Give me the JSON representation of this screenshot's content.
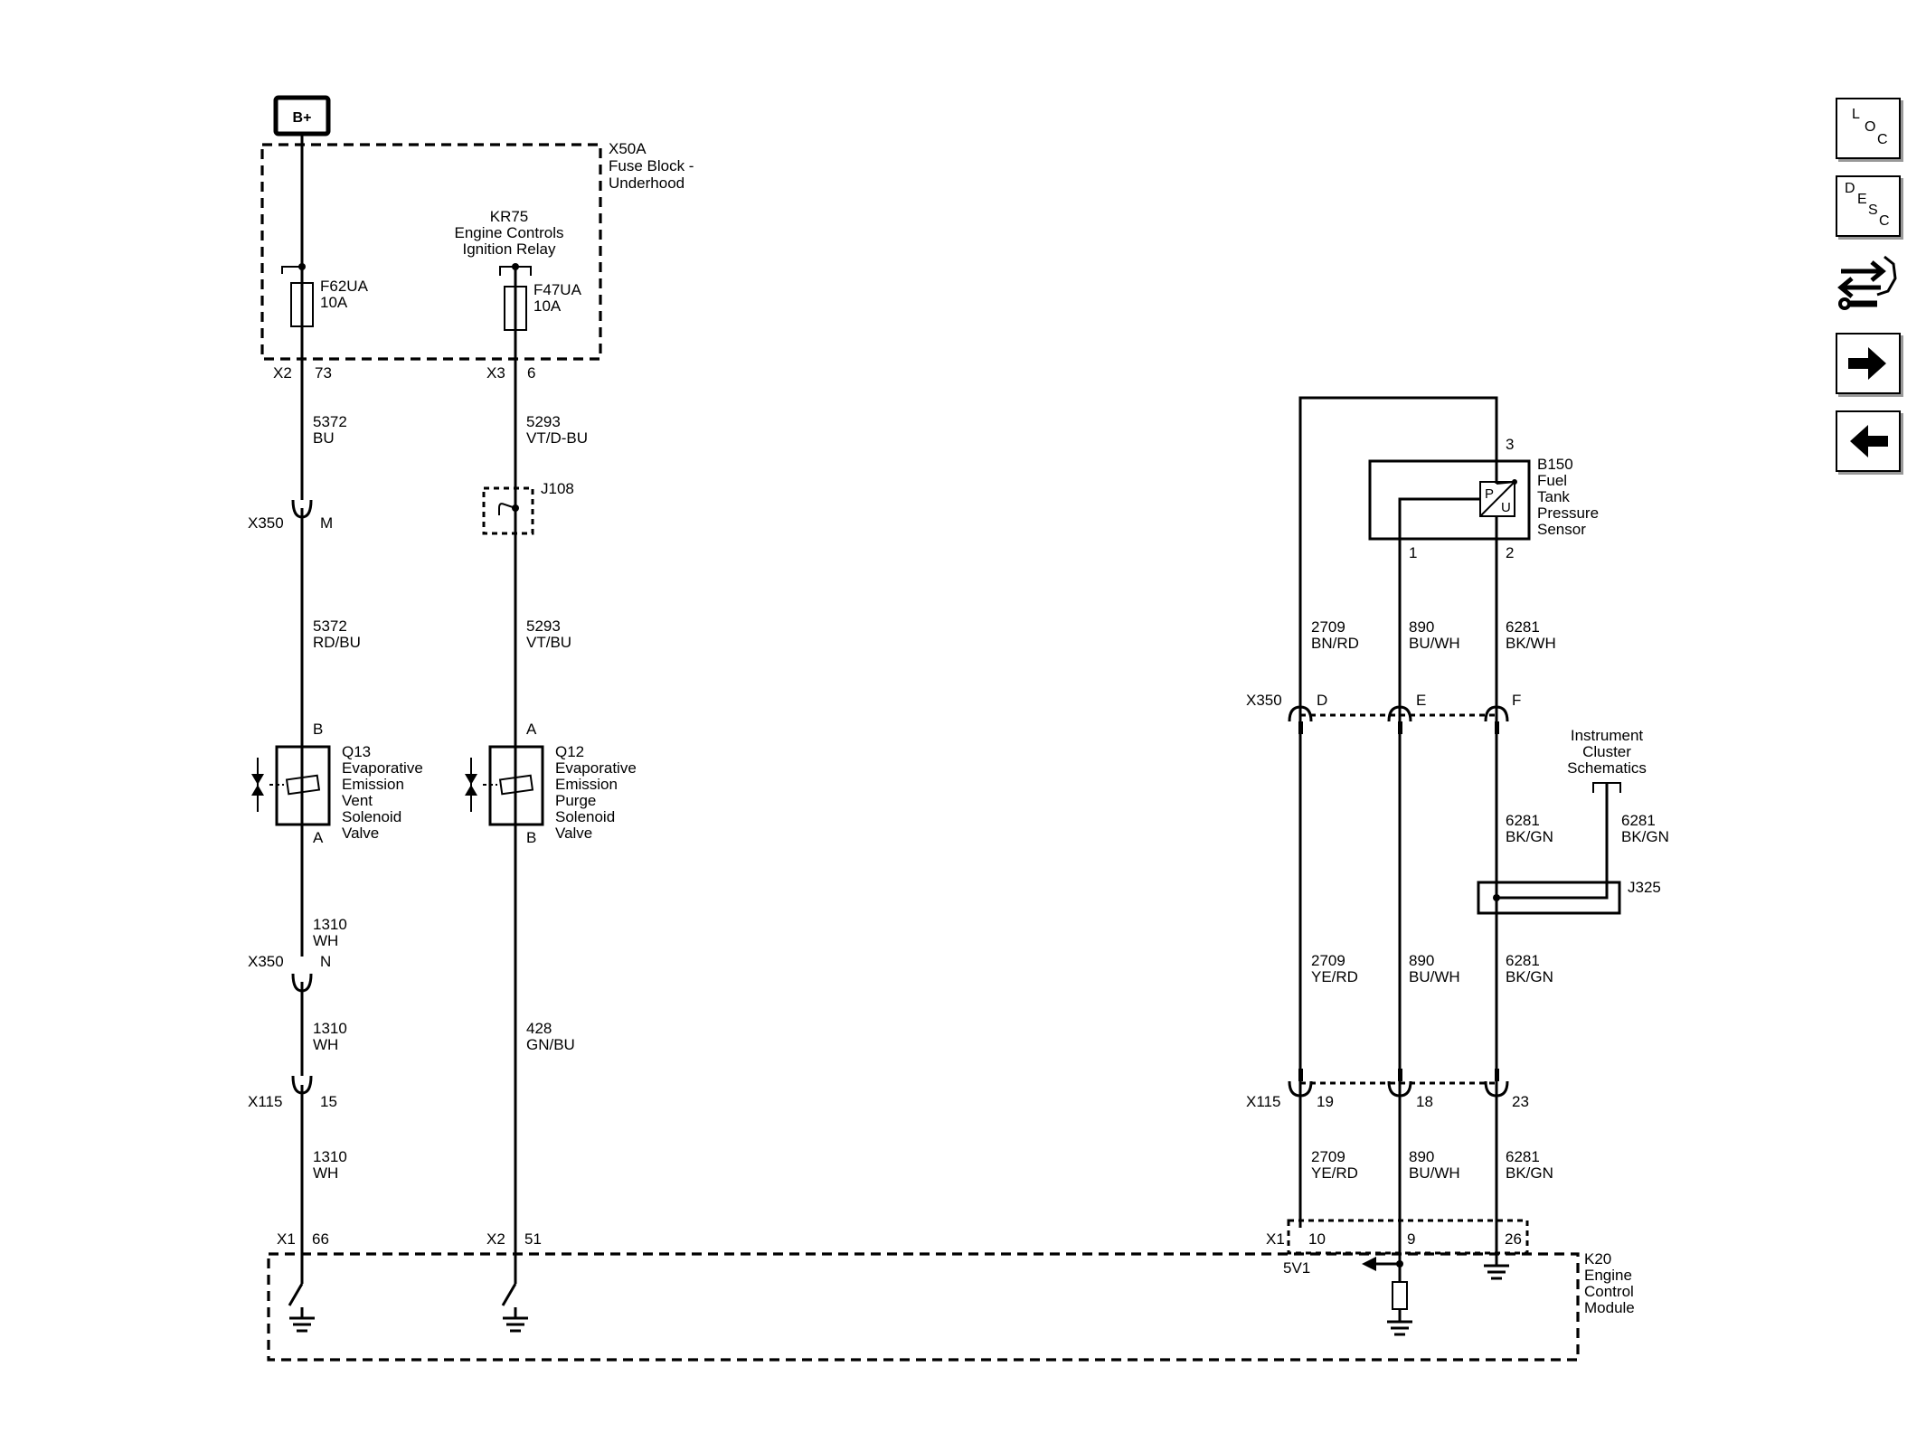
{
  "nav": {
    "loc": [
      "L",
      "O",
      "C"
    ],
    "desc": [
      "D",
      "E",
      "S",
      "C"
    ]
  },
  "power": {
    "label": "B+"
  },
  "fuse_block": {
    "name": "X50A",
    "desc1": "Fuse Block -",
    "desc2": "Underhood"
  },
  "relay": {
    "name": "KR75",
    "desc1": "Engine Controls",
    "desc2": "Ignition Relay"
  },
  "fuse1": {
    "name": "F62UA",
    "rating": "10A",
    "conn": "X2",
    "pin": "73"
  },
  "fuse2": {
    "name": "F47UA",
    "rating": "10A",
    "conn": "X3",
    "pin": "6"
  },
  "wire_5372_bu": {
    "circuit": "5372",
    "color": "BU"
  },
  "wire_5293_vtdbu": {
    "circuit": "5293",
    "color": "VT/D-BU"
  },
  "x350_m": {
    "conn": "X350",
    "pin": "M"
  },
  "splice_j108": "J108",
  "wire_5372_rdbu": {
    "circuit": "5372",
    "color": "RD/BU"
  },
  "wire_5293_vtbu": {
    "circuit": "5293",
    "color": "VT/BU"
  },
  "q13": {
    "pin_top": "B",
    "pin_bottom": "A",
    "lines": [
      "Q13",
      "Evaporative",
      "Emission",
      "Vent",
      "Solenoid",
      "Valve"
    ]
  },
  "q12": {
    "pin_top": "A",
    "pin_bottom": "B",
    "lines": [
      "Q12",
      "Evaporative",
      "Emission",
      "Purge",
      "Solenoid",
      "Valve"
    ]
  },
  "wire_1310_a": {
    "circuit": "1310",
    "color": "WH"
  },
  "x350_n": {
    "conn": "X350",
    "pin": "N"
  },
  "wire_1310_b": {
    "circuit": "1310",
    "color": "WH"
  },
  "wire_428": {
    "circuit": "428",
    "color": "GN/BU"
  },
  "x115_15": {
    "conn": "X115",
    "pin": "15"
  },
  "wire_1310_c": {
    "circuit": "1310",
    "color": "WH"
  },
  "k20_left": {
    "conn1": "X1",
    "pin1": "66",
    "conn2": "X2",
    "pin2": "51"
  },
  "k20": {
    "lines": [
      "K20",
      "Engine",
      "Control",
      "Module"
    ],
    "conn": "X1",
    "pins": [
      "10",
      "9",
      "26"
    ],
    "ref": "5V1"
  },
  "sensor": {
    "lines": [
      "B150",
      "Fuel",
      "Tank",
      "Pressure",
      "Sensor"
    ],
    "pin3": "3",
    "pin1": "1",
    "pin2": "2",
    "p": "P",
    "u": "U"
  },
  "wire_2709_bnrd": {
    "circuit": "2709",
    "color": "BN/RD"
  },
  "wire_890_a": {
    "circuit": "890",
    "color": "BU/WH"
  },
  "wire_6281_bkwh": {
    "circuit": "6281",
    "color": "BK/WH"
  },
  "x350_def": {
    "conn": "X350",
    "pins": [
      "D",
      "E",
      "F"
    ]
  },
  "instrument_cluster": {
    "lines": [
      "Instrument",
      "Cluster",
      "Schematics"
    ]
  },
  "wire_6281_bkgn_a": {
    "circuit": "6281",
    "color": "BK/GN"
  },
  "wire_6281_bkgn_b": {
    "circuit": "6281",
    "color": "BK/GN"
  },
  "splice_j325": "J325",
  "wire_2709_yerd_a": {
    "circuit": "2709",
    "color": "YE/RD"
  },
  "wire_890_b": {
    "circuit": "890",
    "color": "BU/WH"
  },
  "wire_6281_bkgn_c": {
    "circuit": "6281",
    "color": "BK/GN"
  },
  "x115_right": {
    "conn": "X115",
    "pins": [
      "19",
      "18",
      "23"
    ]
  },
  "wire_2709_yerd_b": {
    "circuit": "2709",
    "color": "YE/RD"
  },
  "wire_890_c": {
    "circuit": "890",
    "color": "BU/WH"
  },
  "wire_6281_bkgn_d": {
    "circuit": "6281",
    "color": "BK/GN"
  }
}
